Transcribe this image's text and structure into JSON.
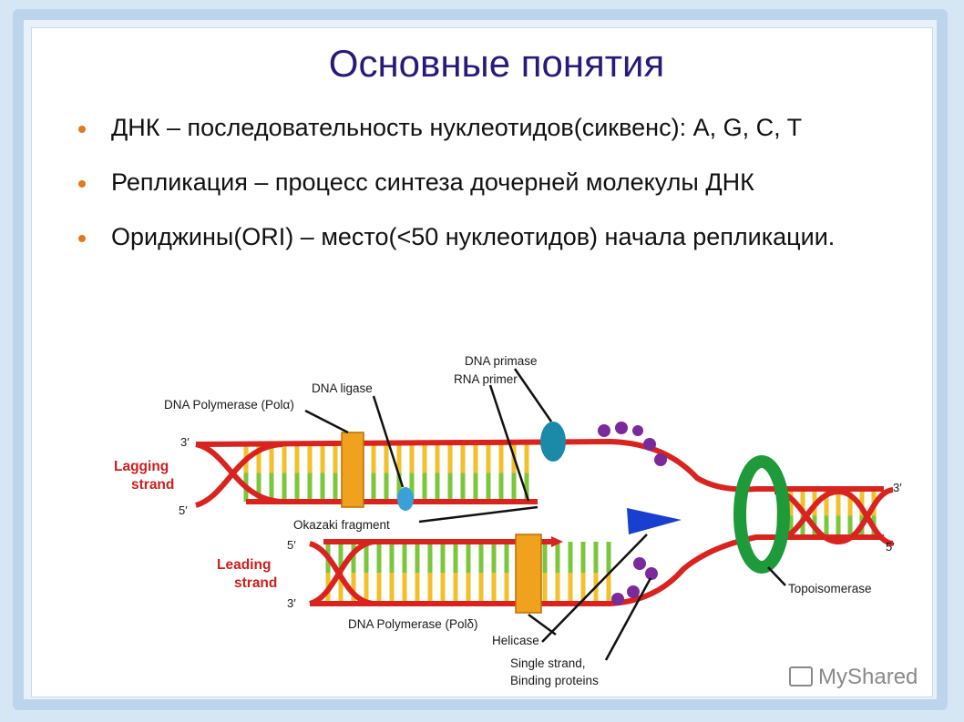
{
  "slide": {
    "title": "Основные понятия",
    "bullets": [
      "ДНК – последовательность нуклеотидов(сиквенс): A, G, C, T",
      "Репликация – процесс синтеза дочерней молекулы ДНК",
      "Ориджины(ORI) – место(<50 нуклеотидов) начала репликации."
    ]
  },
  "diagram": {
    "labels": {
      "dna_primase": "DNA primase",
      "rna_primer": "RNA primer",
      "dna_ligase": "DNA ligase",
      "pol_alpha": "DNA Polymerase (Polα)",
      "lagging_1": "Lagging",
      "lagging_2": "strand",
      "leading_1": "Leading",
      "leading_2": "strand",
      "okazaki": "Okazaki fragment",
      "topoisomerase": "Topoisomerase",
      "pol_delta": "DNA Polymerase (Polδ)",
      "helicase": "Helicase",
      "ssb_1": "Single strand,",
      "ssb_2": "Binding proteins",
      "end_3_top": "3′",
      "end_5_top": "5′",
      "end_5_leading": "5′",
      "end_3_leading": "3′",
      "end_3_right": "3′",
      "end_5_right": "5′"
    },
    "colors": {
      "backbone": "#d8231f",
      "base_yellow": "#f2c02a",
      "base_green": "#7cc63a",
      "polymerase": "#f0a21e",
      "topoisomerase": "#1f9a3a",
      "primase": "#1a8aa8",
      "helicase": "#1a3fcf",
      "ssb": "#7a2a9a"
    }
  },
  "watermark": {
    "text": "MyShared"
  }
}
